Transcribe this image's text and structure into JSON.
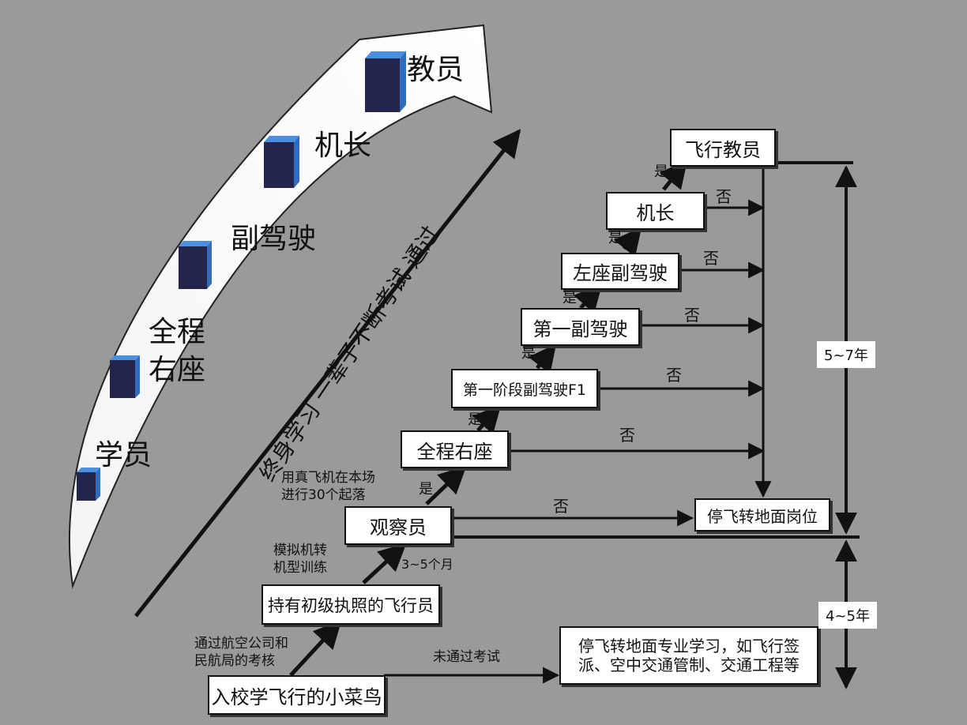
{
  "levels": {
    "instructor": "教员",
    "captain": "机长",
    "copilot": "副驾驶",
    "full_right_line1": "全程",
    "full_right_line2": "右座",
    "student": "学员"
  },
  "motto": "终身学习 一辈子不断考试 通过",
  "boxes": {
    "flight_instructor": "飞行教员",
    "captain": "机长",
    "left_copilot": "左座副驾驶",
    "first_copilot": "第一副驾驶",
    "f1": "第一阶段副驾驶F1",
    "full_right": "全程右座",
    "observer": "观察员",
    "ground_post": "停飞转地面岗位",
    "licensed": "持有初级执照的飞行员",
    "newbie": "入校学飞行的小菜鸟",
    "ground_study_line1": "停飞转地面专业学习，如飞行签",
    "ground_study_line2": "派、空中交通管制、交通工程等"
  },
  "labels": {
    "yes": "是",
    "no": "否",
    "real_plane_line1": "用真飞机在本场",
    "real_plane_line2": "进行30个起落",
    "sim_line1": "模拟机转",
    "sim_line2": "机型训练",
    "months": "3~5个月",
    "exam_line1": "通过航空公司和",
    "exam_line2": "民航局的考核",
    "fail": "未通过考试"
  },
  "spans": {
    "upper": "5~7年",
    "lower": "4~5年"
  },
  "colors": {
    "background": "#9a9a9a",
    "bar_blue": "#3a7bd5",
    "bar_dark": "#23254d"
  }
}
